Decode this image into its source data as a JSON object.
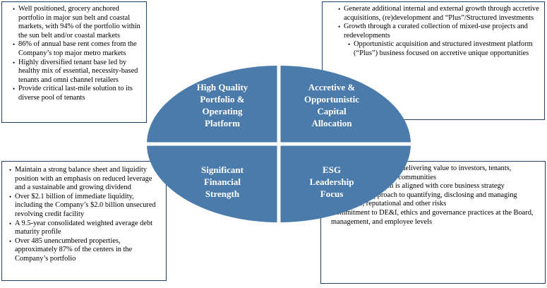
{
  "quadrants": {
    "top_left": "High Quality\nPortfolio &\nOperating\nPlatform",
    "top_right": "Accretive &\nOpportunistic\nCapital\nAllocation",
    "bottom_left": "Significant\nFinancial\nStrength",
    "bottom_right": "ESG\nLeadership\nFocus"
  },
  "boxes": {
    "top_left": [
      {
        "text": "Well positioned, grocery anchored portfolio in major sun belt and coastal markets, with 94% of the portfolio within the sun belt and/or coastal markets",
        "level": 1
      },
      {
        "text": "86% of annual base rent comes from the Company’s top major metro markets",
        "level": 1
      },
      {
        "text": "Highly diversified tenant base led by healthy mix of essential, necessity-based tenants and omni channel retailers",
        "level": 1
      },
      {
        "text": "Provide critical last-mile solution to its diverse pool of tenants",
        "level": 1
      }
    ],
    "top_right": [
      {
        "text": "Generate additional internal and external growth through accretive acquisitions, (re)development and “Plus”/Structured investments",
        "level": 1
      },
      {
        "text": "Growth through a curated collection of mixed-use projects and redevelopments",
        "level": 1
      },
      {
        "text": "Opportunistic acquisition and structured investment platform (“Plus”) business focused on accretive unique opportunities",
        "level": 2
      }
    ],
    "bottom_left": [
      {
        "text": "Maintain a strong balance sheet and liquidity position with an emphasis on reduced leverage and a sustainable and growing dividend",
        "level": 1
      },
      {
        "text": "Over $2.1 billion of immediate liquidity, including the Company’s $2.0 billion unsecured revolving credit facility",
        "level": 1
      },
      {
        "text": "A 9.5-year consolidated weighted average debt maturity profile",
        "level": 1
      },
      {
        "text": "Over 485 unencumbered properties, approximately 87% of the centers in the Company’s portfolio",
        "level": 1
      }
    ],
    "bottom_right": [
      {
        "text": "Over 60 years of delivering value to investors, tenants, employees, and communities",
        "level": 3
      },
      {
        "text": "ESG approach is aligned with core business strategy",
        "level": 3
      },
      {
        "text": "Proactive approach to quantifying, disclosing and managing climate, reputational and other risks",
        "level": 2
      },
      {
        "text": "Commitment to DE&I, ethics and governance practices at the Board, management, and employee levels",
        "level": 1
      }
    ]
  },
  "colors": {
    "circle_fill": "#4a7bab",
    "divider": "#ffffff",
    "box_border": "#1f3f6e"
  },
  "bullet_symbol": "•"
}
